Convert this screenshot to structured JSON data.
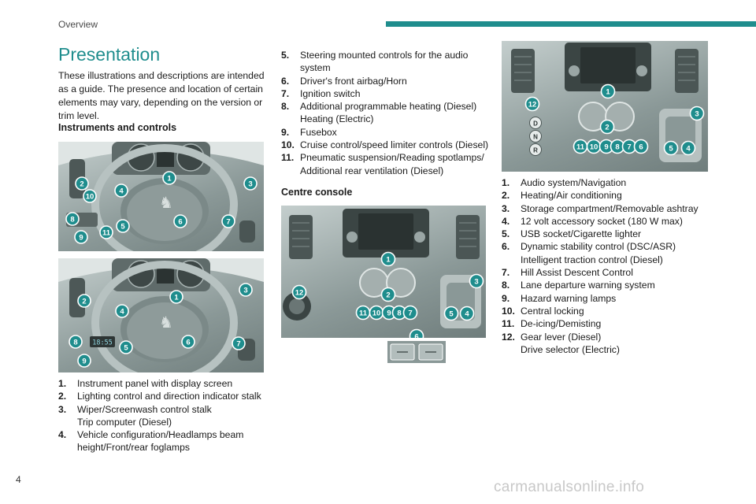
{
  "header": {
    "section": "Overview"
  },
  "title": "Presentation",
  "intro": "These illustrations and descriptions are intended as a guide. The presence and location of certain elements may vary, depending on the version or trim level.",
  "instruments": {
    "heading": "Instruments and controls",
    "items": [
      {
        "n": "1.",
        "t": "Instrument panel with display screen"
      },
      {
        "n": "2.",
        "t": "Lighting control and direction indicator stalk"
      },
      {
        "n": "3.",
        "t": "Wiper/Screenwash control stalk\nTrip computer (Diesel)"
      },
      {
        "n": "4.",
        "t": "Vehicle configuration/Headlamps beam height/Front/rear foglamps"
      },
      {
        "n": "5.",
        "t": "Steering mounted controls for the audio system"
      },
      {
        "n": "6.",
        "t": "Driver's front airbag/Horn"
      },
      {
        "n": "7.",
        "t": "Ignition switch"
      },
      {
        "n": "8.",
        "t": "Additional programmable heating (Diesel)\nHeating (Electric)"
      },
      {
        "n": "9.",
        "t": "Fusebox"
      },
      {
        "n": "10.",
        "t": "Cruise control/speed limiter controls (Diesel)"
      },
      {
        "n": "11.",
        "t": "Pneumatic suspension/Reading spotlamps/\nAdditional rear ventilation (Diesel)"
      }
    ]
  },
  "console": {
    "heading": "Centre console",
    "items": [
      {
        "n": "1.",
        "t": "Audio system/Navigation"
      },
      {
        "n": "2.",
        "t": "Heating/Air conditioning"
      },
      {
        "n": "3.",
        "t": "Storage compartment/Removable ashtray"
      },
      {
        "n": "4.",
        "t": "12 volt accessory socket (180 W max)"
      },
      {
        "n": "5.",
        "t": "USB socket/Cigarette lighter"
      },
      {
        "n": "6.",
        "t": "Dynamic stability control (DSC/ASR)\nIntelligent traction control (Diesel)"
      },
      {
        "n": "7.",
        "t": "Hill Assist Descent Control"
      },
      {
        "n": "8.",
        "t": "Lane departure warning system"
      },
      {
        "n": "9.",
        "t": "Hazard warning lamps"
      },
      {
        "n": "10.",
        "t": "Central locking"
      },
      {
        "n": "11.",
        "t": "De-icing/Demisting"
      },
      {
        "n": "12.",
        "t": "Gear lever (Diesel)\nDrive selector (Electric)"
      }
    ]
  },
  "figures": {
    "dash1": [
      "1",
      "2",
      "10",
      "4",
      "3",
      "8",
      "11",
      "5",
      "6",
      "7",
      "9"
    ],
    "dash2": [
      "1",
      "2",
      "4",
      "3",
      "8",
      "5",
      "6",
      "7",
      "9"
    ],
    "console1": [
      "1",
      "12",
      "2",
      "3",
      "11",
      "10",
      "9",
      "8",
      "7",
      "5",
      "4",
      "6"
    ],
    "console2": [
      "1",
      "12",
      "2",
      "3",
      "11",
      "10",
      "9",
      "8",
      "7",
      "6",
      "5",
      "4"
    ],
    "selector_letters": [
      "D",
      "N",
      "R"
    ],
    "cluster_time": "18:55"
  },
  "footer": {
    "page_number": "4",
    "watermark": "carmanualsonline.info"
  }
}
